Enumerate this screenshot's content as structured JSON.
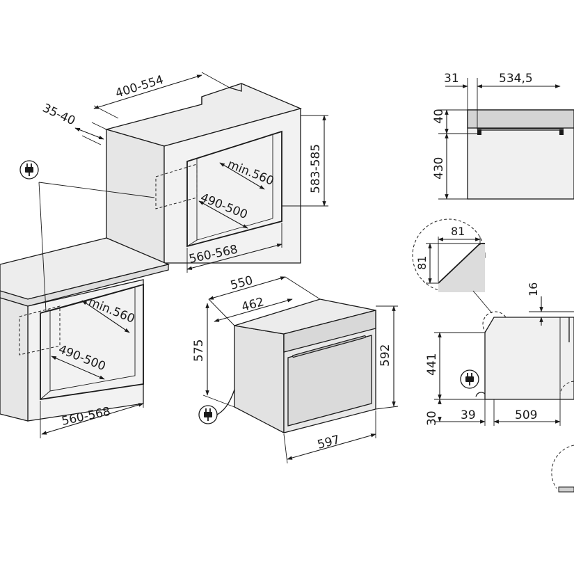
{
  "colors": {
    "line": "#1a1a1a",
    "cabinet_front": "#f2f2f2",
    "cabinet_side": "#e6e6e6",
    "cabinet_top": "#ededed",
    "oven_body": "#e2e2e2",
    "oven_panel": "#cfcfcf",
    "socket_area": "#d4d4d4"
  },
  "icons": {
    "plug": "electric-plug-icon"
  },
  "upper_cabinet": {
    "dim_depth": "400-554",
    "dim_gap": "35-40",
    "dim_height": "583-585",
    "dim_opening_depth": "min.560",
    "dim_opening_height": "490-500",
    "dim_opening_width": "560-568"
  },
  "under_counter": {
    "dim_opening_depth": "min.560",
    "dim_opening_height": "490-500",
    "dim_opening_width": "560-568"
  },
  "oven": {
    "dim_total_depth": "550",
    "dim_body_depth": "462",
    "dim_body_height": "575",
    "dim_front_height": "592",
    "dim_front_width": "597"
  },
  "top_view": {
    "dim_front": "31",
    "dim_width": "534,5",
    "dim_top": "40",
    "dim_height": "430"
  },
  "detail_top": {
    "dim_h": "81",
    "dim_v": "81"
  },
  "side_view": {
    "dim_top_gap": "16",
    "dim_height": "441",
    "dim_base": "30",
    "dim_front": "39",
    "dim_depth": "509"
  }
}
